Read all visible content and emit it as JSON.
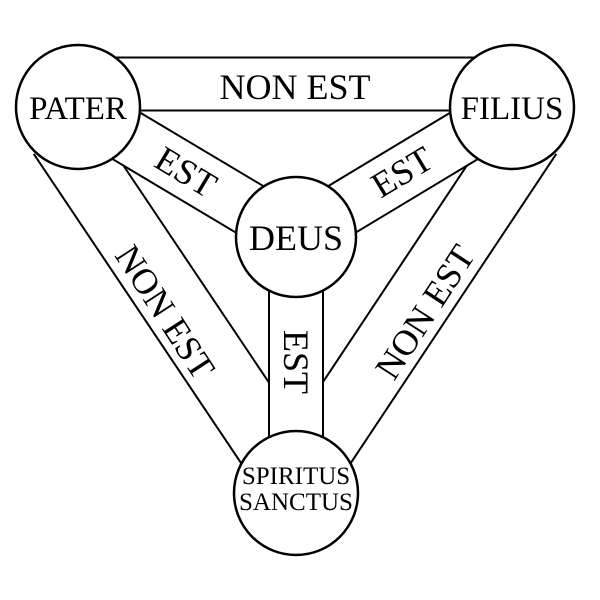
{
  "nodes": {
    "pater": "PATER",
    "filius": "FILIUS",
    "deus": "DEUS",
    "spiritus_line1": "SPIRITUS",
    "spiritus_line2": "SANCTUS"
  },
  "links": {
    "pater_filius": "NON EST",
    "pater_spiritus": "NON EST",
    "filius_spiritus": "NON EST",
    "pater_deus": "EST",
    "filius_deus": "EST",
    "spiritus_deus": "EST"
  },
  "colors": {
    "stroke": "#000000",
    "fill": "#ffffff"
  }
}
